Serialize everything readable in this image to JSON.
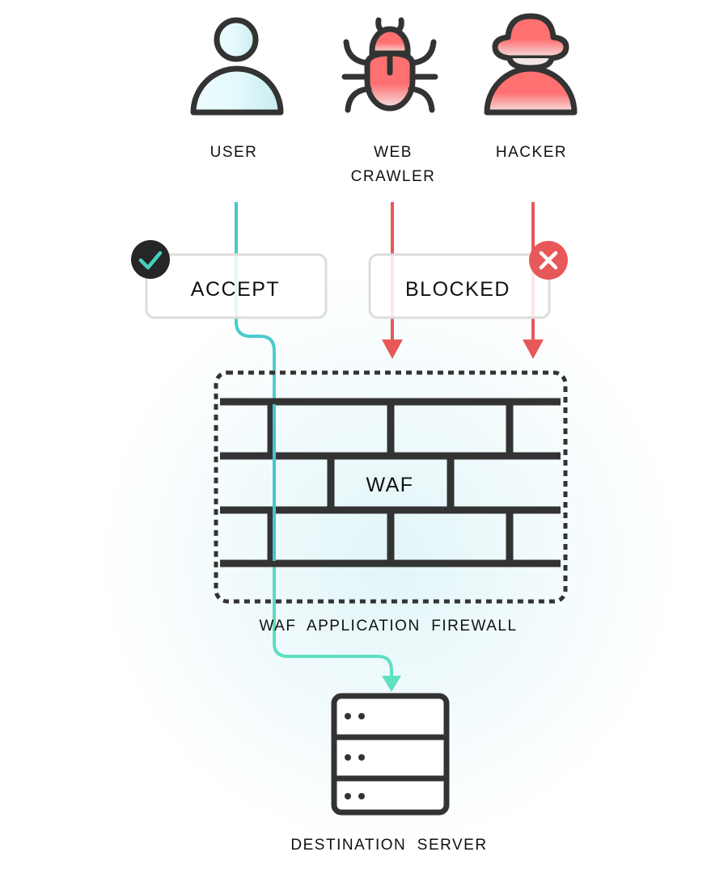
{
  "actors": [
    {
      "label_lines": [
        "USER"
      ],
      "icon": "user-icon"
    },
    {
      "label_lines": [
        "WEB",
        "CRAWLER"
      ],
      "icon": "bug-icon"
    },
    {
      "label_lines": [
        "HACKER"
      ],
      "icon": "hacker-icon"
    }
  ],
  "accept": {
    "label": "ACCEPT",
    "icon": "check-icon"
  },
  "blocked": {
    "label": "BLOCKED",
    "icon": "x-icon"
  },
  "firewall": {
    "label": "WAF",
    "caption": "WAF  APPLICATION  FIREWALL"
  },
  "server": {
    "caption": "DESTINATION  SERVER",
    "icon": "server-icon"
  },
  "colors": {
    "stroke": "#333333",
    "accept_line": "#45c4d2",
    "blocked_line": "#e85858",
    "danger_fill": "#ff7070",
    "user_fill": "#dff6fa"
  }
}
